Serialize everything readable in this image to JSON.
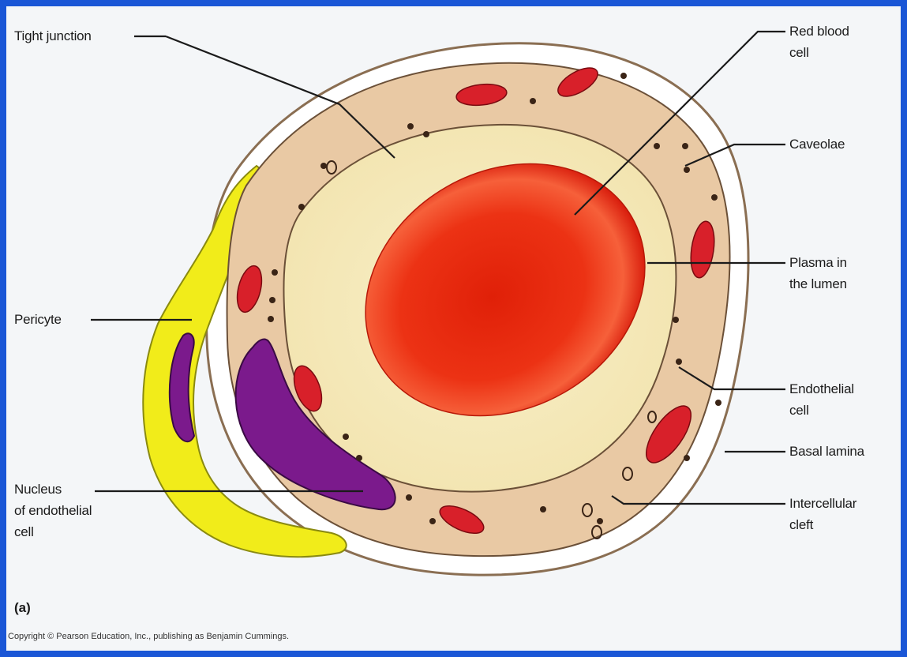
{
  "labels": {
    "tight_junction": "Tight junction",
    "red_blood_cell": "Red blood\ncell",
    "caveolae": "Caveolae",
    "plasma": "Plasma in\nthe lumen",
    "pericyte": "Pericyte",
    "endothelial_cell": "Endothelial\ncell",
    "basal_lamina": "Basal lamina",
    "nucleus": "Nucleus\nof endothelial\ncell",
    "intercellular_cleft": "Intercellular\ncleft"
  },
  "figure_label": "(a)",
  "copyright": "Copyright © Pearson Education, Inc., publishing as Benjamin Cummings.",
  "colors": {
    "border": "#1a56d6",
    "endothelium": "#e9c9a4",
    "lumen": "#f6ecbe",
    "rbc": "#e52410",
    "pericyte": "#f0ec1a",
    "nucleus": "#7b1a8c",
    "mitochondria": "#d8202a"
  }
}
